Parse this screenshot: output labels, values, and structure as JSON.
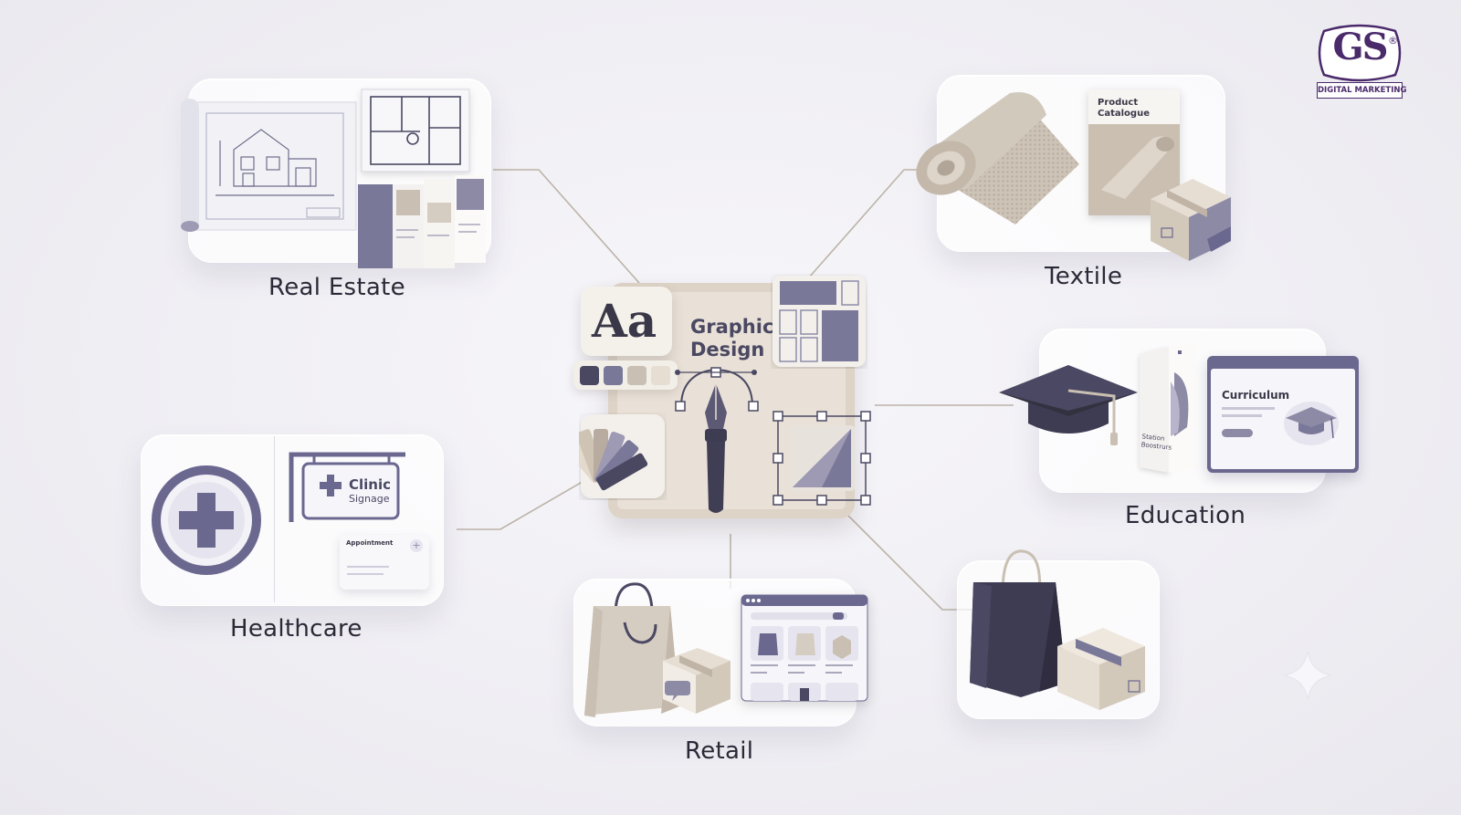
{
  "center": {
    "title_line1": "Graphic-",
    "title_line2": "Design",
    "type_sample": "Aa",
    "swatches": [
      "#4a4860",
      "#7a7898",
      "#c9bfb2",
      "#e6ded3"
    ]
  },
  "brand": {
    "logo_text": "GS",
    "registered": "®",
    "tagline": "DIGITAL MARKETING"
  },
  "industries": {
    "real_estate": {
      "label": "Real Estate"
    },
    "textile": {
      "label": "Textile",
      "catalogue_line1": "Product",
      "catalogue_line2": "Catalogue"
    },
    "education": {
      "label": "Education",
      "screen_title": "Curriculum",
      "brochure_text": "Station Boostrurs"
    },
    "healthcare": {
      "label": "Healthcare",
      "sign_line1": "Clinic",
      "sign_line2": "Signage",
      "card_title": "Appointment"
    },
    "retail": {
      "label": "Retail"
    }
  },
  "colors": {
    "accent": "#6b6890",
    "accent_dark": "#4a4862",
    "beige": "#d6cdc2",
    "connector": "#b9b0a4"
  }
}
